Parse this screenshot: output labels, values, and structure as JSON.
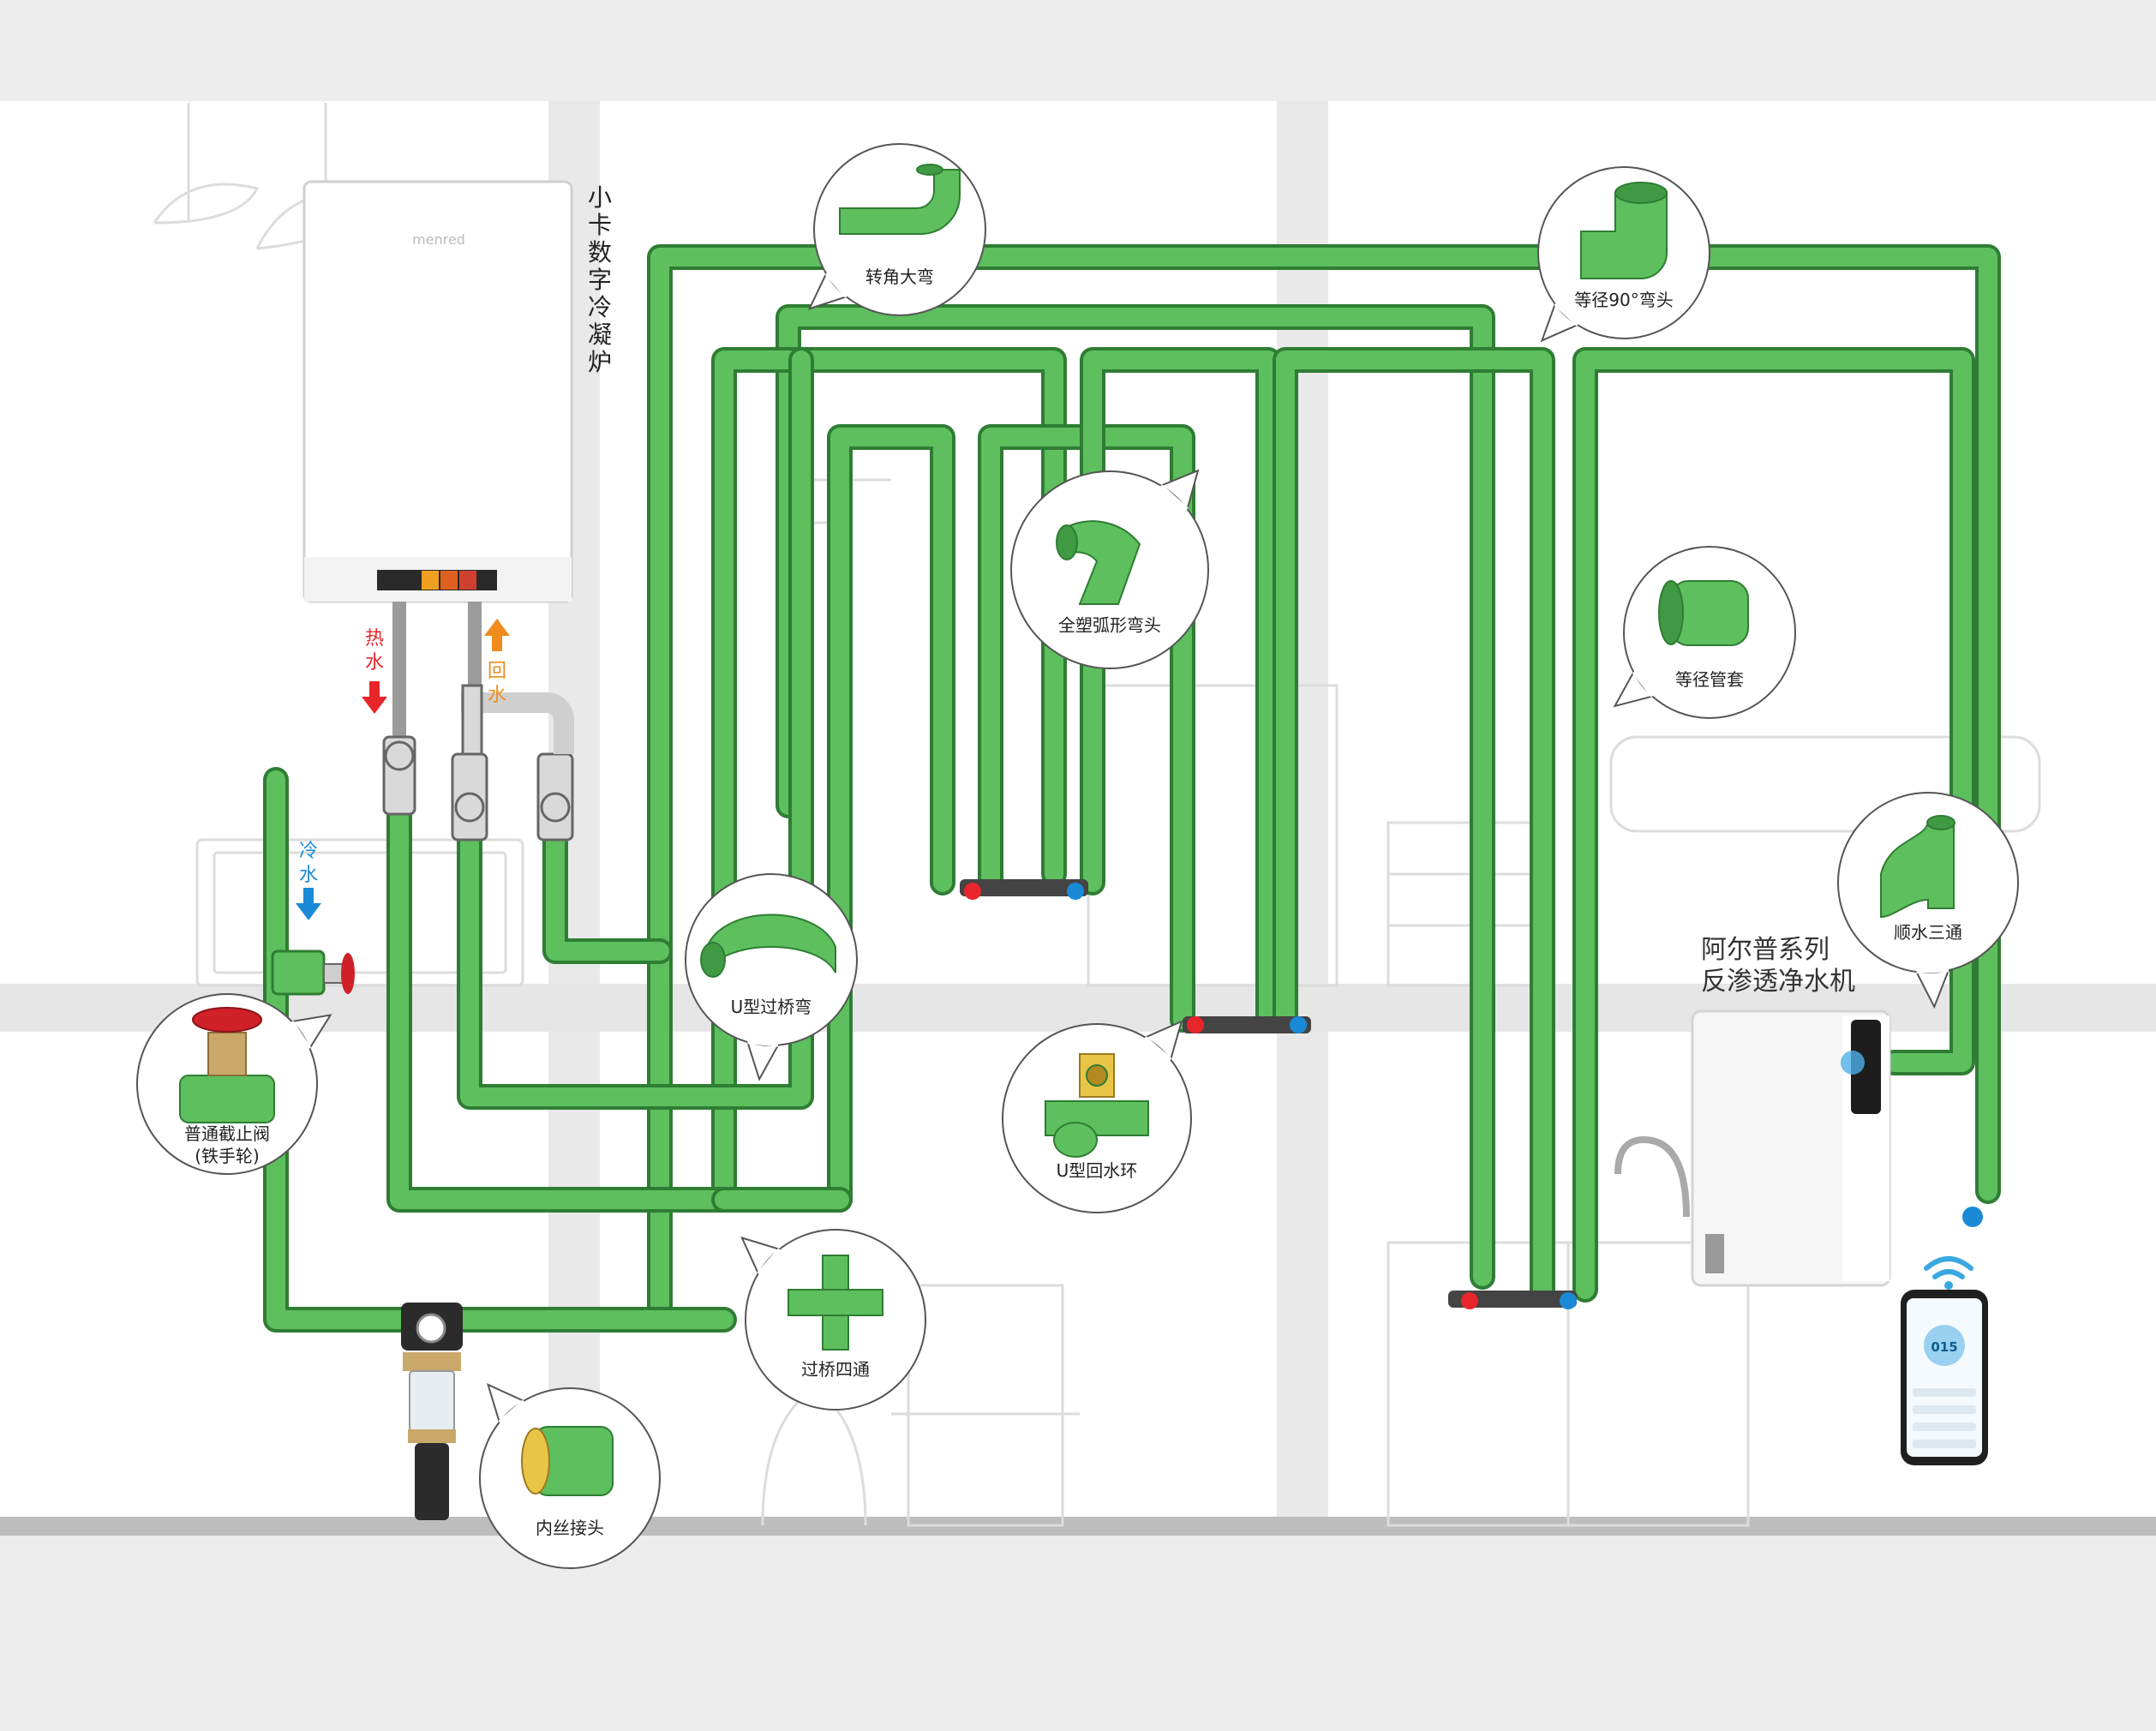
{
  "boiler": {
    "brand": "menred",
    "title_chars": [
      "小",
      "卡",
      "数",
      "字",
      "冷",
      "凝",
      "炉"
    ]
  },
  "flow_labels": {
    "hot": [
      "热",
      "水"
    ],
    "return": [
      "回",
      "水"
    ],
    "cold": [
      "冷",
      "水"
    ]
  },
  "purifier": {
    "title_line1": "阿尔普系列",
    "title_line2": "反渗透净水机",
    "phone_reading": "015"
  },
  "fittings": [
    {
      "id": "corner-elbow",
      "label": "转角大弯"
    },
    {
      "id": "equal-90-elbow",
      "label": "等径90°弯头"
    },
    {
      "id": "arc-elbow",
      "label": "全塑弧形弯头"
    },
    {
      "id": "equal-coupling",
      "label": "等径管套"
    },
    {
      "id": "u-bridge-bend",
      "label": "U型过桥弯"
    },
    {
      "id": "u-return-ring",
      "label": "U型回水环"
    },
    {
      "id": "flow-tee",
      "label": "顺水三通"
    },
    {
      "id": "globe-valve",
      "label": "普通截止阀",
      "label2": "(铁手轮)"
    },
    {
      "id": "bridge-cross",
      "label": "过桥四通"
    },
    {
      "id": "female-adapter",
      "label": "内丝接头"
    }
  ],
  "colors": {
    "pipe": "#5dbf5d",
    "pipe_outline": "#2f7d34",
    "hot": "#e8252b",
    "return": "#f08c1e",
    "cold": "#1b8ad6",
    "wall": "#ffffff",
    "background": "#ededed"
  }
}
